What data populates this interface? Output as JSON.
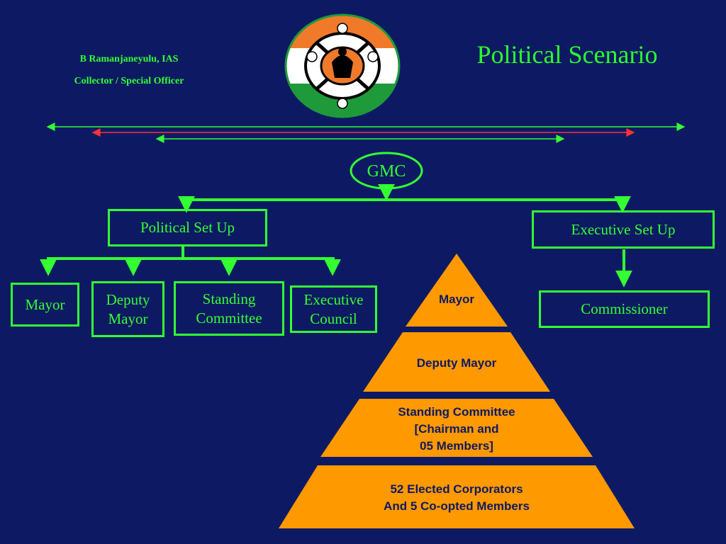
{
  "header": {
    "author_name": "B Ramanjaneyulu, IAS",
    "author_role": "Collector / Special Officer",
    "title": "Political Scenario"
  },
  "logo": {
    "icon": "municipal-seal-icon",
    "colors": {
      "saffron": "#f07a2a",
      "white": "#ffffff",
      "green": "#1e9a3a"
    }
  },
  "chart": {
    "root": "GMC",
    "political": {
      "label": "Political Set Up",
      "children": [
        "Mayor",
        "Deputy Mayor",
        "Standing Committee",
        "Executive Council"
      ]
    },
    "executive": {
      "label": "Executive Set Up",
      "children": [
        "Commissioner"
      ]
    }
  },
  "pyramid": {
    "levels": [
      "Mayor",
      "Deputy Mayor",
      "Standing Committee\n[Chairman and\n05 Members]",
      "52 Elected Corporators\nAnd 5 Co-opted Members"
    ],
    "color": "#ff9900"
  },
  "colors": {
    "background": "#0d1a63",
    "line": "#33ff33",
    "accent_red": "#ff3333"
  }
}
